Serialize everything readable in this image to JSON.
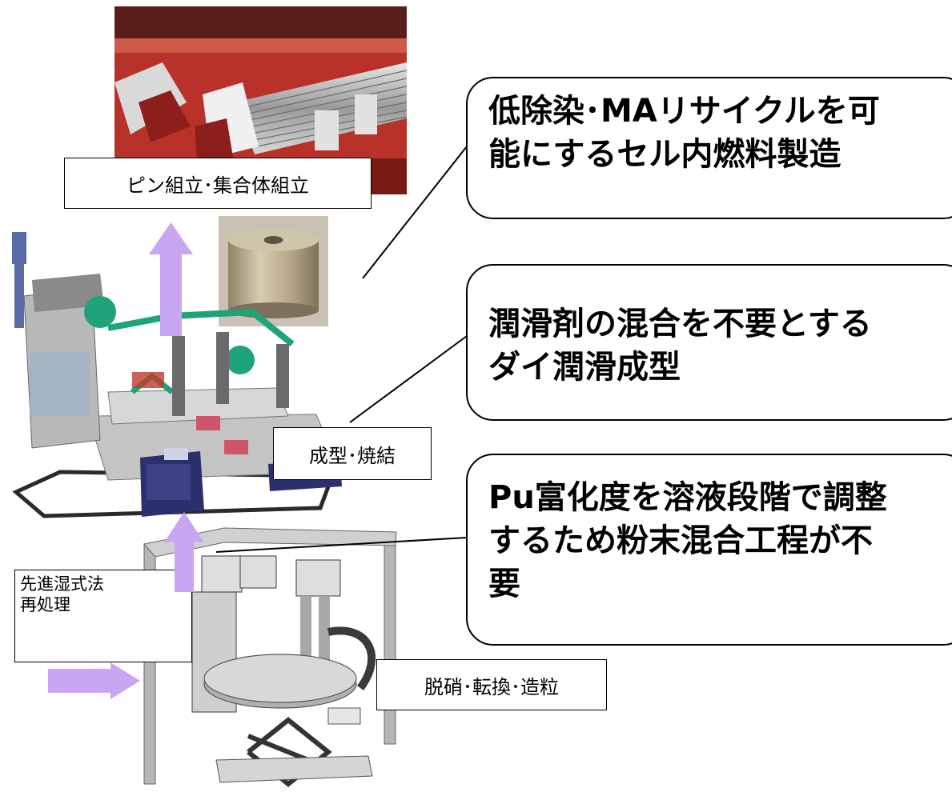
{
  "labels": {
    "pin_assembly": "ピン組立･集合体組立",
    "forming_sintering": "成型･焼結",
    "reprocessing": "先進湿式法\n再処理",
    "denitration": "脱硝･転換･造粒"
  },
  "callouts": {
    "cell_fuel": "低除染･MAリサイクルを可\n能にするセル内燃料製造",
    "die_lubrication": "潤滑剤の混合を不要とする\nダイ潤滑成型",
    "pu_enrichment": "Pu富化度を溶液段階で調整\nするため粉末混合工程が不\n要"
  },
  "icons": {
    "flow_arrow": "up-arrow-icon",
    "feed_arrow": "right-arrow-icon"
  },
  "colors": {
    "arrow": "#c9a6f2",
    "machine_red": "#b8322a",
    "machine_green": "#1fa37a",
    "machine_navy": "#2b2f6e",
    "pellet": "#b7a988"
  }
}
